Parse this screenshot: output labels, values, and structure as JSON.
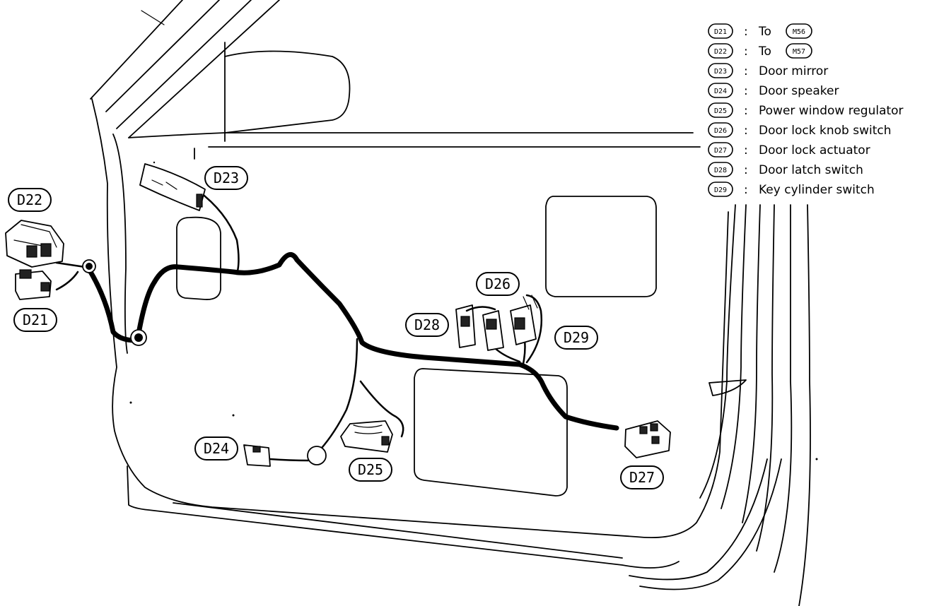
{
  "callouts": {
    "d21": "D21",
    "d22": "D22",
    "d23": "D23",
    "d24": "D24",
    "d25": "D25",
    "d26": "D26",
    "d27": "D27",
    "d28": "D28",
    "d29": "D29"
  },
  "legend": {
    "separator": ":",
    "items": [
      {
        "code": "D21",
        "desc": "To",
        "ref": "M56"
      },
      {
        "code": "D22",
        "desc": "To",
        "ref": "M57"
      },
      {
        "code": "D23",
        "desc": "Door mirror",
        "ref": ""
      },
      {
        "code": "D24",
        "desc": "Door speaker",
        "ref": ""
      },
      {
        "code": "D25",
        "desc": "Power window regulator",
        "ref": ""
      },
      {
        "code": "D26",
        "desc": "Door lock knob switch",
        "ref": ""
      },
      {
        "code": "D27",
        "desc": "Door lock actuator",
        "ref": ""
      },
      {
        "code": "D28",
        "desc": "Door latch switch",
        "ref": ""
      },
      {
        "code": "D29",
        "desc": "Key cylinder switch",
        "ref": ""
      }
    ]
  }
}
